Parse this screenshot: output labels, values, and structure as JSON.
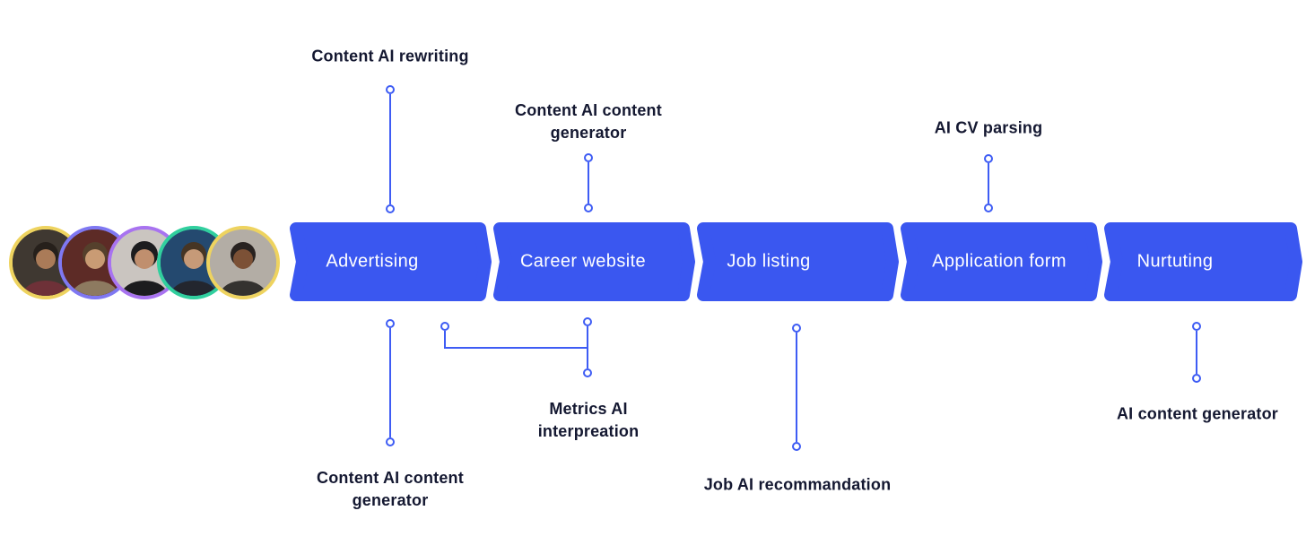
{
  "colors": {
    "background": "#ffffff",
    "chevron_blue": "#3a57f0",
    "connector_blue": "#3e5cf4",
    "label_text": "#141831",
    "chevron_text": "#ffffff"
  },
  "funnel": {
    "stages": [
      {
        "label": "Advertising"
      },
      {
        "label": "Career website"
      },
      {
        "label": "Job listing"
      },
      {
        "label": "Application form"
      },
      {
        "label": "Nurtuting"
      }
    ]
  },
  "annotations": {
    "top": [
      {
        "label": "Content AI rewriting",
        "stage": "Advertising"
      },
      {
        "label": "Content AI content generator",
        "stage": "Career website"
      },
      {
        "label": "AI CV parsing",
        "stage": "Application form"
      }
    ],
    "bottom": [
      {
        "label": "Content AI content generator",
        "stage": "Advertising"
      },
      {
        "label": "Metrics AI interpreation",
        "stage": "Career website"
      },
      {
        "label": "Job AI recommandation",
        "stage": "Job listing"
      },
      {
        "label": "AI content generator",
        "stage": "Nurtuting"
      }
    ]
  },
  "avatars": [
    {
      "id": "candidate-1",
      "ring_color": "#eed35f",
      "scene_color": "#3f3831",
      "hair_color": "#26201b",
      "skin_color": "#aa7b58",
      "shirt_color": "#6e3138"
    },
    {
      "id": "candidate-2",
      "ring_color": "#7f78f2",
      "scene_color": "#5d2b26",
      "hair_color": "#55402c",
      "skin_color": "#c99b74",
      "shirt_color": "#8d7a60"
    },
    {
      "id": "candidate-3",
      "ring_color": "#a873f0",
      "scene_color": "#cac5c0",
      "hair_color": "#1c1c1e",
      "skin_color": "#c08f6e",
      "shirt_color": "#1c1c1e"
    },
    {
      "id": "candidate-4",
      "ring_color": "#31cf9e",
      "scene_color": "#24496f",
      "hair_color": "#463524",
      "skin_color": "#c69a78",
      "shirt_color": "#23262e"
    },
    {
      "id": "candidate-5",
      "ring_color": "#eed35f",
      "scene_color": "#b3ada5",
      "hair_color": "#282220",
      "skin_color": "#7c5136",
      "shirt_color": "#34322f"
    }
  ]
}
